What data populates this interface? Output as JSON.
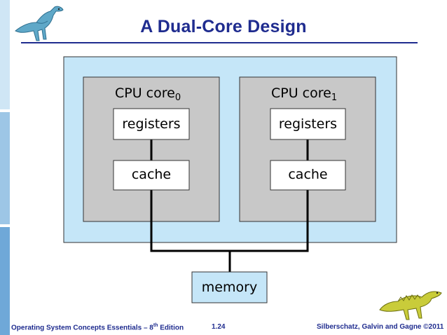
{
  "slide": {
    "title": "A Dual-Core Design",
    "page_number": "1.24"
  },
  "diagram": {
    "core0": {
      "title": "CPU core",
      "subscript": "0",
      "registers_label": "registers",
      "cache_label": "cache"
    },
    "core1": {
      "title": "CPU core",
      "subscript": "1",
      "registers_label": "registers",
      "cache_label": "cache"
    },
    "memory_label": "memory"
  },
  "footer": {
    "left_text": "Operating System Concepts Essentials – 8",
    "left_superscript": "th",
    "left_suffix": " Edition",
    "right_text": "Silberschatz, Galvin and Gagne ©2011"
  },
  "colors": {
    "title_blue": "#1f2c8f",
    "chip_background": "#c5e6f8",
    "core_gray": "#c8c8c8",
    "sidebar_light": "#cfe6f5",
    "sidebar_mid": "#9dc6e6",
    "sidebar_dark": "#6fa8d8"
  },
  "icons": {
    "top_left": "dinosaur-icon",
    "bottom_right": "dinosaur-icon"
  }
}
